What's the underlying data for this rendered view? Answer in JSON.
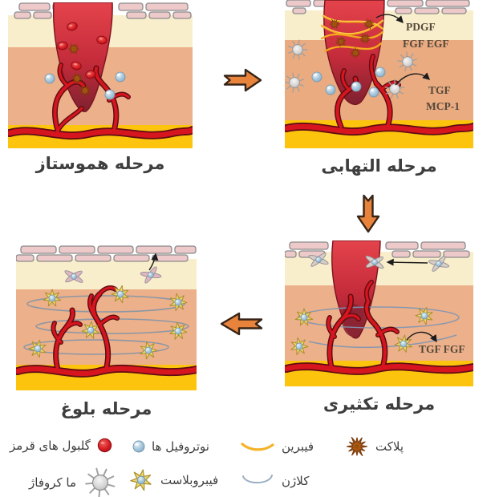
{
  "stages": {
    "hemostasis": {
      "label": "مرحله هموستاز"
    },
    "inflammatory": {
      "label": "مرحله التهابی",
      "annotations": {
        "pdgf": "PDGF",
        "fgf_egf": "FGF EGF",
        "tgf": "TGF",
        "mcp1": "MCP-1"
      }
    },
    "proliferative": {
      "label": "مرحله تکثیری",
      "annotations": {
        "tgf_fgf": "TGF FGF"
      }
    },
    "maturation": {
      "label": "مرحله بلوغ"
    }
  },
  "legend": {
    "red_blood_cells": {
      "label": "گلبول های قرمز",
      "icon": "red-circle"
    },
    "neutrophils": {
      "label": "نوتروفیل ها",
      "icon": "blue-sphere"
    },
    "fibrin": {
      "label": "فیبرین",
      "icon": "yellow-curve"
    },
    "platelet": {
      "label": "پلاکت",
      "icon": "brown-starburst"
    },
    "macrophage": {
      "label": "ما کروفاژ",
      "icon": "gray-spiky-cell"
    },
    "fibroblast": {
      "label": "فیبروبلاست",
      "icon": "yellow-star-blue-core"
    },
    "collagen": {
      "label": "کلاژن",
      "icon": "blue-curve"
    }
  },
  "colors": {
    "arrow_orange": "#e8833c",
    "wound_red": "#c22838",
    "vessel_red": "#d6151f",
    "dermis_salmon": "#ecb08a",
    "epidermis_cream": "#f8eecb",
    "subcutis_yellow": "#fdc40d",
    "brick_pink": "#eec9ca",
    "fibrin_yellow": "#f3a81f",
    "collagen_blue": "#7e96b4",
    "label_text": "#3e3e3e"
  }
}
